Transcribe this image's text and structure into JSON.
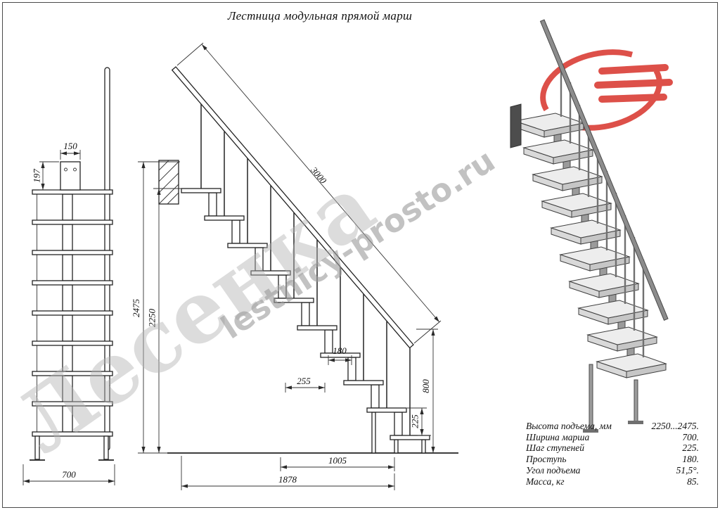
{
  "title": "Лестница модульная прямой марш",
  "watermark": {
    "name": "Лесенка",
    "site": "lestnicy-prosto.ru"
  },
  "front_view": {
    "dim_150": "150",
    "dim_197": "197",
    "dim_700": "700"
  },
  "side_view": {
    "dim_3000": "3000",
    "dim_2475": "2475",
    "dim_2250": "2250",
    "dim_180": "180",
    "dim_255": "255",
    "dim_800": "800",
    "dim_225": "225",
    "dim_1005": "1005",
    "dim_1878": "1878"
  },
  "specs": {
    "rows": [
      {
        "label": "Высота подъема, мм",
        "value": "2250...2475."
      },
      {
        "label": "Ширина марша",
        "value": "700."
      },
      {
        "label": "Шаг ступеней",
        "value": "225."
      },
      {
        "label": "Проступь",
        "value": "180."
      },
      {
        "label": "Угол подъема",
        "value": "51,5°."
      },
      {
        "label": "Масса, кг",
        "value": "85."
      }
    ]
  }
}
